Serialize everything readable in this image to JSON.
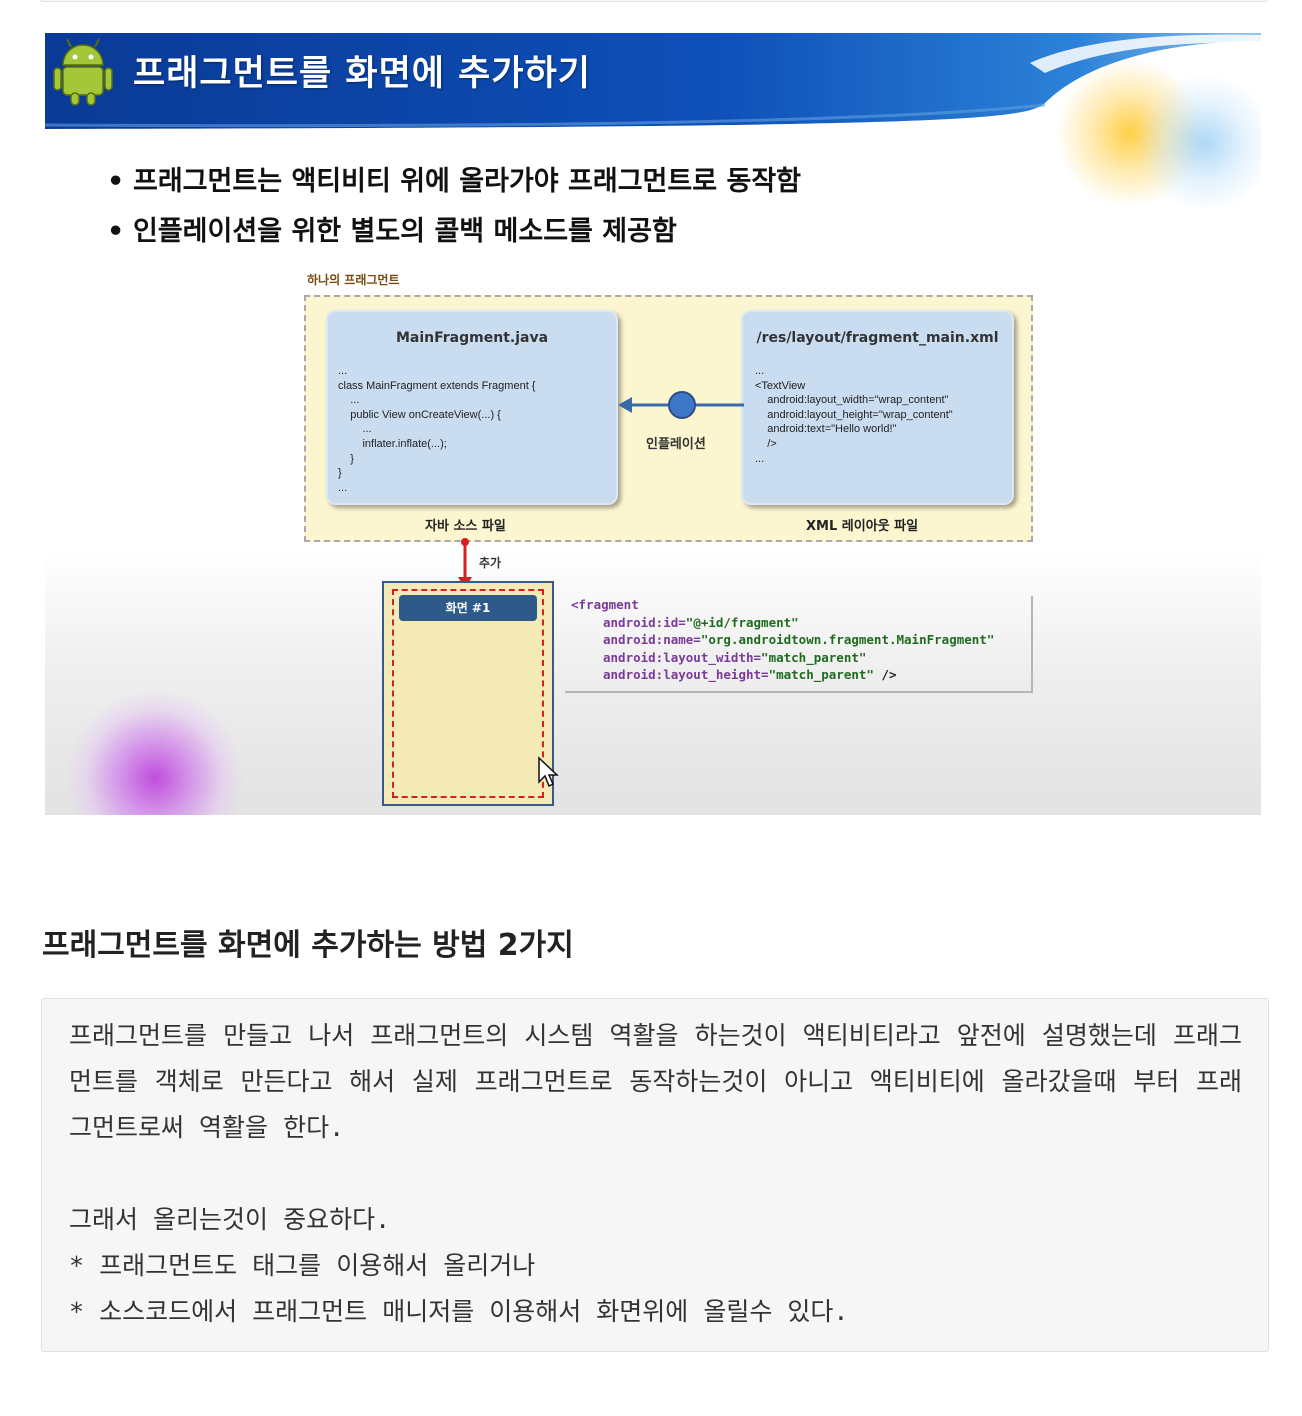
{
  "slide": {
    "title": "프래그먼트를 화면에 추가하기",
    "bullets": [
      "프래그먼트는 액티비티 위에 올라가야 프래그먼트로 동작함",
      "인플레이션을 위한 별도의 콜백 메소드를 제공함"
    ],
    "diagram": {
      "fragment_label": "하나의 프래그먼트",
      "java_card_title": "MainFragment.java",
      "java_code": "...\nclass MainFragment extends Fragment {\n    ...\n    public View onCreateView(...) {\n        ...\n        inflater.inflate(...);\n    }\n}\n...",
      "xml_card_title": "/res/layout/fragment_main.xml",
      "xml_code": "...\n<TextView\n    android:layout_width=\"wrap_content\"\n    android:layout_height=\"wrap_content\"\n    android:text=\"Hello world!\"\n    />\n...",
      "inflation_label": "인플레이션",
      "java_file_label": "자바 소스 파일",
      "xml_file_label": "XML 레이아웃 파일",
      "add_label": "추가",
      "screen_label": "화면 #1",
      "fragment_xml": {
        "l1": "<fragment",
        "l2_attr": "android:id=",
        "l2_val": "\"@+id/fragment\"",
        "l3_attr": "android:name=",
        "l3_val": "\"org.androidtown.fragment.MainFragment\"",
        "l4_attr": "android:layout_width=",
        "l4_val": "\"match_parent\"",
        "l5_attr": "android:layout_height=",
        "l5_val": "\"match_parent\"",
        "l5_end": " />"
      }
    }
  },
  "section": {
    "heading": "프래그먼트를 화면에 추가하는 방법 2가지"
  },
  "code_block": {
    "paragraph": "프래그먼트를 만들고 나서 프래그먼트의 시스템 역활을 하는것이 액티비티라고 앞전에 설명했는데 프래그먼트를 객체로 만든다고 해서 실제 프래그먼트로 동작하는것이 아니고 액티비티에 올라갔을때 부터 프래그먼트로써 역활을 한다.",
    "line1": "그래서 올리는것이 중요하다.",
    "line2": "* 프래그먼트도 태그를 이용해서 올리거나",
    "line3": "* 소스코드에서 프래그먼트 매니저를 이용해서 화면위에 올릴수 있다."
  },
  "colors": {
    "banner_blue": "#0a3fa0",
    "android_green": "#a4c639",
    "arrow_blue": "#3b6aa8",
    "add_arrow_red": "#d62020"
  }
}
